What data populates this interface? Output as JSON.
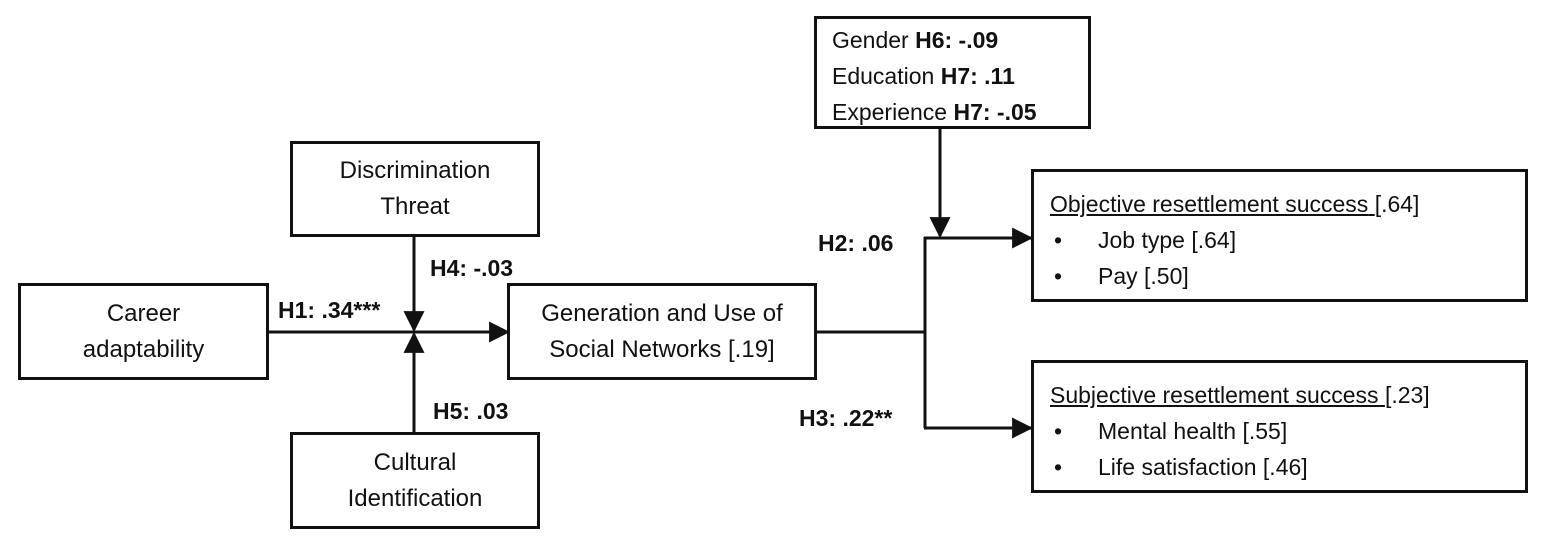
{
  "nodes": {
    "career": {
      "line1": "Career",
      "line2": "adaptability"
    },
    "discrimination": {
      "line1": "Discrimination",
      "line2": "Threat"
    },
    "cultural": {
      "line1": "Cultural",
      "line2": "Identification"
    },
    "networks": {
      "line1": "Generation and Use of",
      "line2": "Social Networks [.19]"
    },
    "controls": {
      "rows": [
        {
          "name": "Gender",
          "hyp": "H6: -.09"
        },
        {
          "name": "Education",
          "hyp": "H7: .11"
        },
        {
          "name": "Experience",
          "hyp": "H7: -.05"
        }
      ]
    },
    "objective": {
      "title": "Objective resettlement success",
      "value": "[.64]",
      "items": [
        "Job type [.64]",
        "Pay [.50]"
      ]
    },
    "subjective": {
      "title": "Subjective resettlement success",
      "value": "[.23]",
      "items": [
        "Mental health [.55]",
        "Life satisfaction [.46]"
      ]
    }
  },
  "paths": {
    "h1": "H1: .34***",
    "h2": "H2: .06",
    "h3": "H3: .22**",
    "h4": "H4: -.03",
    "h5": "H5: .03"
  },
  "bullet_glyph": "•",
  "colors": {
    "line": "#111111",
    "background": "#ffffff"
  }
}
